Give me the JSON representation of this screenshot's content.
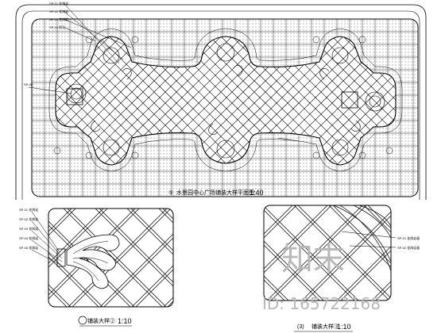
{
  "plan": {
    "caption_number": "①",
    "caption_text": "水景园中心广场铺装大样平面图",
    "caption_scale": "1:40",
    "callouts": [
      "SP-01 花岗岩",
      "SP-02 花岗岩",
      "SP-03 花岗岩",
      "SP-04 卵石"
    ],
    "side_tag": "SP-05"
  },
  "detail_a": {
    "caption_text": "铺装大样②",
    "caption_scale": "1:10",
    "callouts": [
      "SP-01 花岗岩",
      "SP-02 花岗岩",
      "SP-03 花岗岩",
      "SP-04 花岗岩",
      "SP-05 花岗岩"
    ]
  },
  "detail_b": {
    "caption_number": "(3)",
    "caption_text": "铺装大样③",
    "caption_scale": "1:10",
    "callouts": [
      "SP-01 花岗岩板",
      "SP-02 花岗岩板"
    ]
  },
  "watermark": {
    "brand": "知末",
    "id_text": "ID: 165722168"
  },
  "colors": {
    "line": "#000000",
    "watermark": "#b8b8b8",
    "background": "#ffffff"
  }
}
